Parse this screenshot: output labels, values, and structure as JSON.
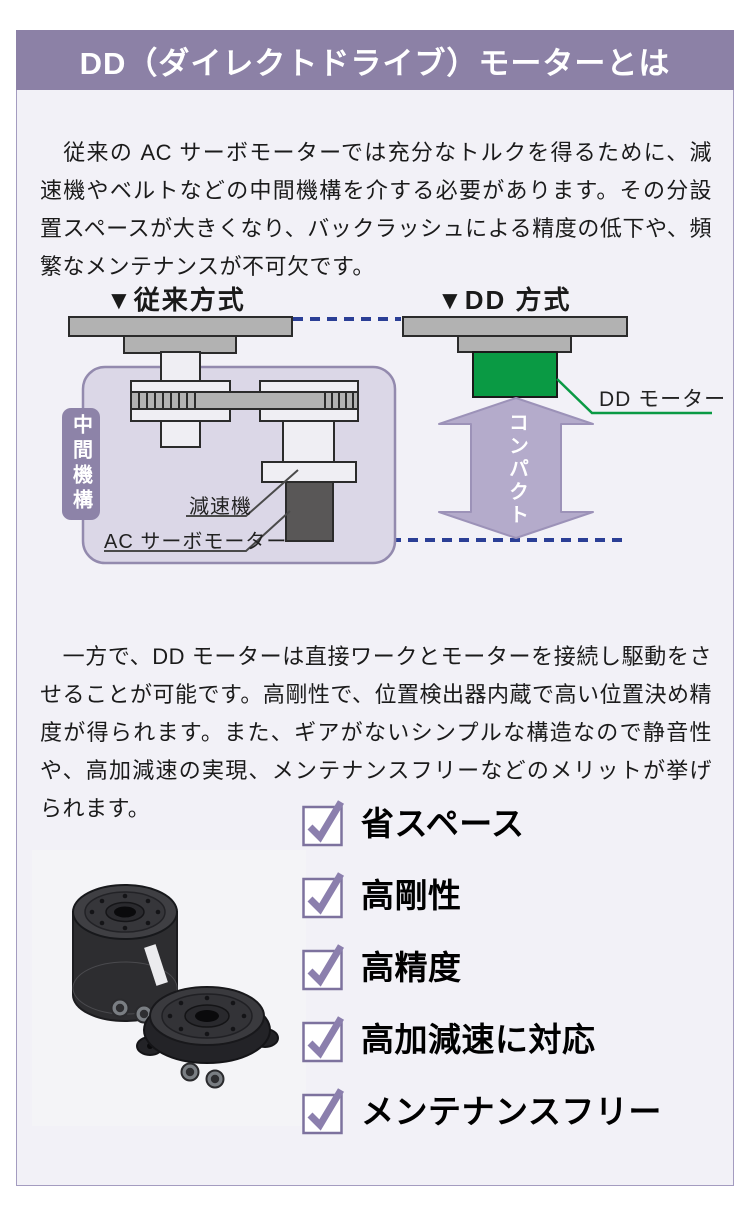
{
  "header": {
    "title": "DD（ダイレクトドライブ）モーターとは"
  },
  "intro": {
    "text": "　従来の AC サーボモーターでは充分なトルクを得るために、減速機やベルトなどの中間機構を介する必要があります。その分設置スペースが大きくなり、バックラッシュによる精度の低下や、頻繁なメンテナンスが不可欠です。"
  },
  "diagram": {
    "conventional": {
      "title": "▼従来方式",
      "intermediate_mechanism_label": "中間機構",
      "reducer_label": "減速機",
      "ac_servo_motor_label": "AC サーボモーター"
    },
    "direct_drive": {
      "title": "▼DD 方式",
      "dd_motor_label": "DD モーター",
      "compact_label": "コンパクト"
    },
    "colors": {
      "accent_purple": "#8c81a6",
      "panel_lavender": "#dbd7e7",
      "motor_green": "#0a9a44",
      "guide_dash_blue": "#2b3f96",
      "gray_plate": "#b2b2b2"
    }
  },
  "body": {
    "text": "　一方で、DD モーターは直接ワークとモーターを接続し駆動をさせることが可能です。高剛性で、位置検出器内蔵で高い位置決め精度が得られます。また、ギアがないシンプルな構造なので静音性や、高加減速の実現、メンテナンスフリーなどのメリットが挙げられます。"
  },
  "benefits": {
    "items": [
      "省スペース",
      "高剛性",
      "高精度",
      "高加減速に対応",
      "メンテナンスフリー"
    ]
  }
}
